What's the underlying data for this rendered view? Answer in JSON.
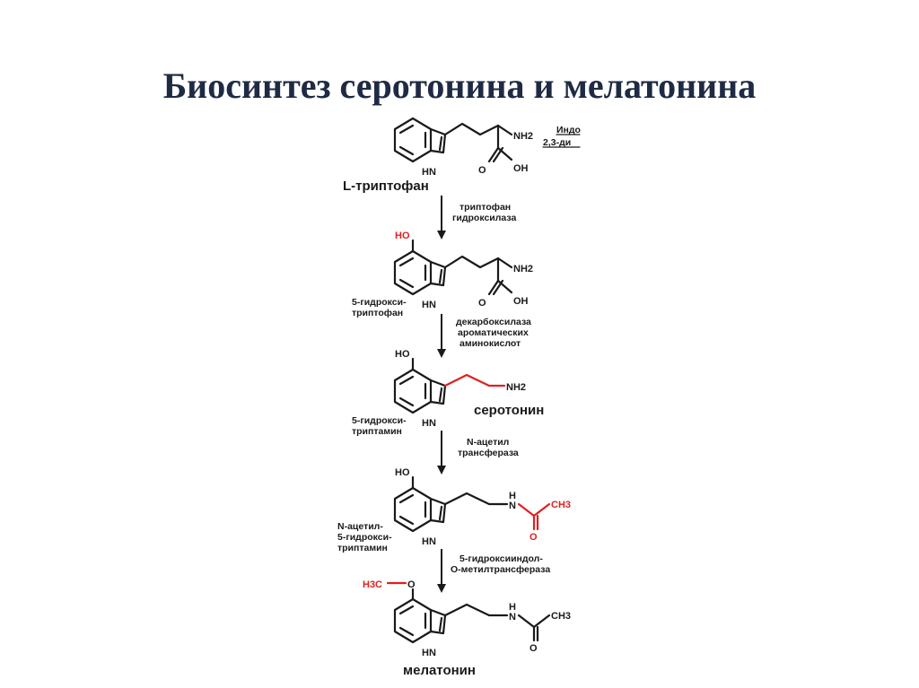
{
  "slide": {
    "title": "Биосинтез серотонина и мелатонина"
  },
  "atoms": {
    "nh2": "NH2",
    "oh": "OH",
    "o": "O",
    "hn": "HN",
    "ho": "HO",
    "n": "N",
    "h": "H",
    "ch3": "CH3",
    "h3c": "H3C"
  },
  "compounds": {
    "tryptophan": {
      "name": "L-триптофан"
    },
    "hydroxytryptophan": {
      "name_lines": [
        "5-гидрокси-",
        "триптофан"
      ]
    },
    "serotonin": {
      "name": "серотонин",
      "alt_lines": [
        "5-гидрокси-",
        "триптамин"
      ]
    },
    "n_acetylserotonin": {
      "name_lines": [
        "N-ацетил-",
        "5-гидрокси-",
        "триптамин"
      ]
    },
    "melatonin": {
      "name": "мелатонин"
    }
  },
  "enzymes": {
    "ido": {
      "lines": [
        "Индо",
        "2,3-ди"
      ]
    },
    "step1": {
      "lines": [
        "триптофан",
        "гидроксилаза"
      ]
    },
    "step2": {
      "lines": [
        "декарбоксилаза",
        "ароматических",
        "аминокислот"
      ]
    },
    "step3": {
      "lines": [
        "N-ацетил",
        "трансфераза"
      ]
    },
    "step4": {
      "lines": [
        "5-гидроксииндол-",
        "О-метилтрансфераза"
      ]
    }
  },
  "colors": {
    "title": "#1f2a44",
    "highlight": "#e02020",
    "ink": "#1a1a1a"
  }
}
